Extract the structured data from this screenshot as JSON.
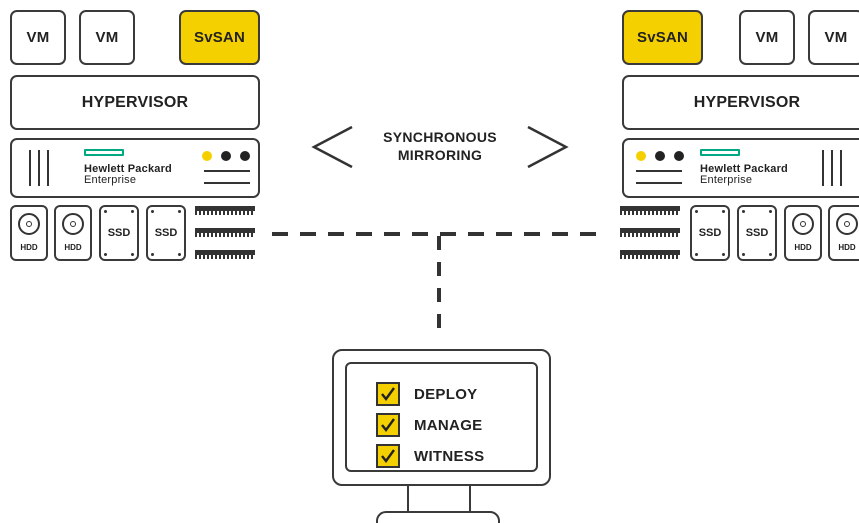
{
  "left_node": {
    "vms": [
      "VM",
      "VM"
    ],
    "svsan": "SvSAN",
    "hypervisor": "HYPERVISOR",
    "server": {
      "brand_name": "Hewlett Packard",
      "brand_sub": "Enterprise"
    },
    "disks": [
      "HDD",
      "HDD",
      "SSD",
      "SSD"
    ]
  },
  "right_node": {
    "vms": [
      "VM",
      "VM"
    ],
    "svsan": "SvSAN",
    "hypervisor": "HYPERVISOR",
    "server": {
      "brand_name": "Hewlett Packard",
      "brand_sub": "Enterprise"
    },
    "disks": [
      "SSD",
      "SSD",
      "HDD",
      "HDD"
    ]
  },
  "mirroring": {
    "line1": "SYNCHRONOUS",
    "line2": "MIRRORING"
  },
  "management_console": {
    "tasks": [
      "DEPLOY",
      "MANAGE",
      "WITNESS"
    ]
  },
  "colors": {
    "accent_yellow": "#f5d000",
    "hpe_green": "#01a982",
    "outline": "#3a3a3a"
  },
  "icons": [
    "chevron-left-icon",
    "chevron-right-icon",
    "checkbox-checked-icon",
    "hdd-icon",
    "ssd-icon",
    "ram-module-icon",
    "monitor-icon"
  ]
}
